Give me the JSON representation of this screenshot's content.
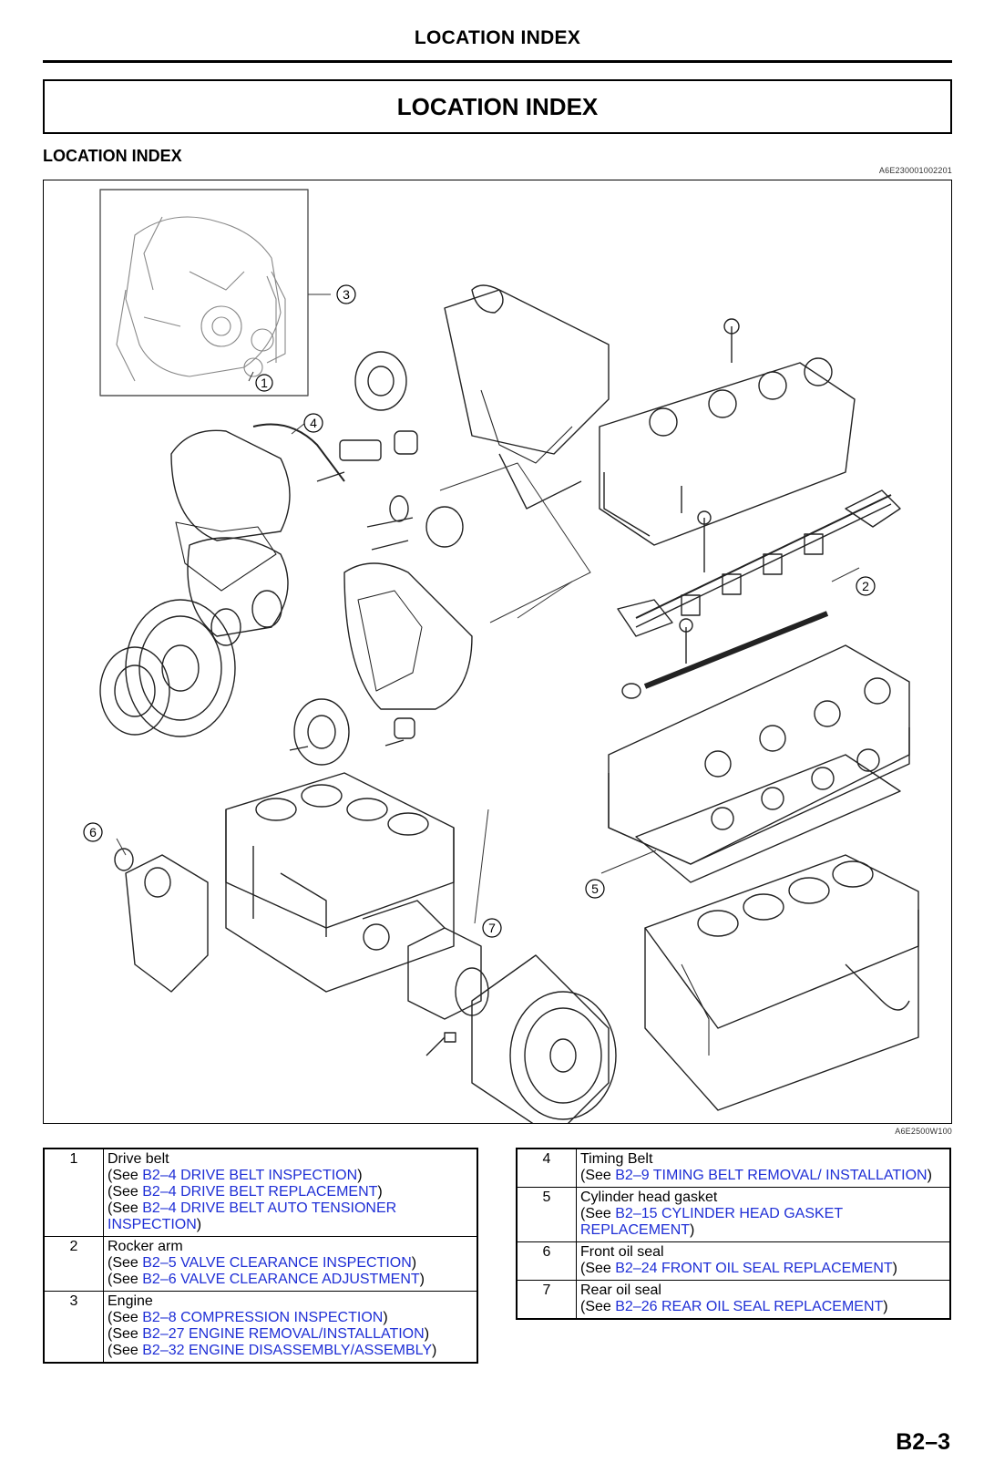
{
  "header": {
    "title": "LOCATION INDEX"
  },
  "title_box": {
    "title": "LOCATION INDEX"
  },
  "section": {
    "heading": "LOCATION INDEX",
    "doc_code": "A6E230001002201"
  },
  "figure": {
    "code": "A6E2500W100",
    "callouts": [
      "1",
      "2",
      "3",
      "4",
      "5",
      "6",
      "7"
    ]
  },
  "table_left": [
    {
      "num": "1",
      "title": "Drive belt",
      "refs": [
        {
          "pre": "(See ",
          "link": "B2–4 DRIVE BELT INSPECTION",
          "post": ")"
        },
        {
          "pre": "(See ",
          "link": "B2–4 DRIVE BELT REPLACEMENT",
          "post": ")"
        },
        {
          "pre": "(See ",
          "link": "B2–4 DRIVE BELT AUTO TENSIONER INSPECTION",
          "post": ")"
        }
      ]
    },
    {
      "num": "2",
      "title": "Rocker arm",
      "refs": [
        {
          "pre": "(See ",
          "link": "B2–5 VALVE CLEARANCE INSPECTION",
          "post": ")"
        },
        {
          "pre": "(See ",
          "link": "B2–6 VALVE CLEARANCE ADJUSTMENT",
          "post": ")"
        }
      ]
    },
    {
      "num": "3",
      "title": "Engine",
      "refs": [
        {
          "pre": "(See ",
          "link": "B2–8 COMPRESSION INSPECTION",
          "post": ")"
        },
        {
          "pre": "(See ",
          "link": "B2–27 ENGINE REMOVAL/INSTALLATION",
          "post": ")"
        },
        {
          "pre": "(See ",
          "link": "B2–32 ENGINE DISASSEMBLY/ASSEMBLY",
          "post": ")"
        }
      ]
    }
  ],
  "table_right": [
    {
      "num": "4",
      "title": "Timing Belt",
      "refs": [
        {
          "pre": "(See ",
          "link": "B2–9 TIMING BELT REMOVAL/ INSTALLATION",
          "post": ")"
        }
      ]
    },
    {
      "num": "5",
      "title": "Cylinder head gasket",
      "refs": [
        {
          "pre": "(See ",
          "link": "B2–15 CYLINDER HEAD GASKET REPLACEMENT",
          "post": ")"
        }
      ]
    },
    {
      "num": "6",
      "title": "Front oil seal",
      "refs": [
        {
          "pre": "(See ",
          "link": "B2–24 FRONT OIL SEAL REPLACEMENT",
          "post": ")"
        }
      ]
    },
    {
      "num": "7",
      "title": "Rear oil seal",
      "refs": [
        {
          "pre": "(See ",
          "link": "B2–26 REAR OIL SEAL REPLACEMENT",
          "post": ")"
        }
      ]
    }
  ],
  "footer": {
    "page_number": "B2–3"
  }
}
